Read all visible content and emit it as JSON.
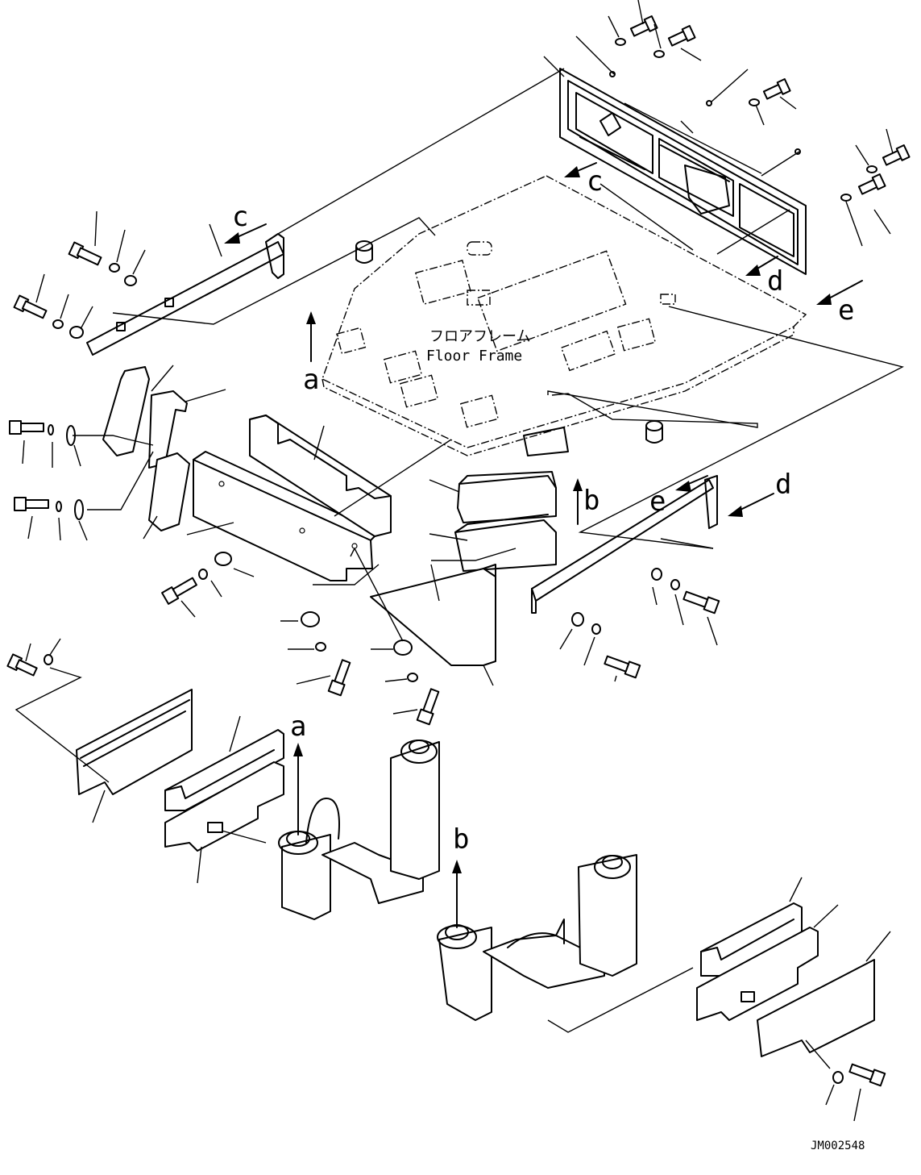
{
  "floor_frame": {
    "label_jp": "フロアフレーム",
    "label_en": "Floor Frame"
  },
  "view_labels": [
    {
      "id": "c1",
      "text": "c"
    },
    {
      "id": "c2",
      "text": "c"
    },
    {
      "id": "d1",
      "text": "d"
    },
    {
      "id": "d2",
      "text": "d"
    },
    {
      "id": "e1",
      "text": "e"
    },
    {
      "id": "e2",
      "text": "e"
    },
    {
      "id": "a1",
      "text": "a"
    },
    {
      "id": "a2",
      "text": "a"
    },
    {
      "id": "b1",
      "text": "b"
    },
    {
      "id": "b2",
      "text": "b"
    }
  ],
  "drawing_number": "JM002548",
  "colors": {
    "line": "#000000",
    "background": "#ffffff"
  }
}
